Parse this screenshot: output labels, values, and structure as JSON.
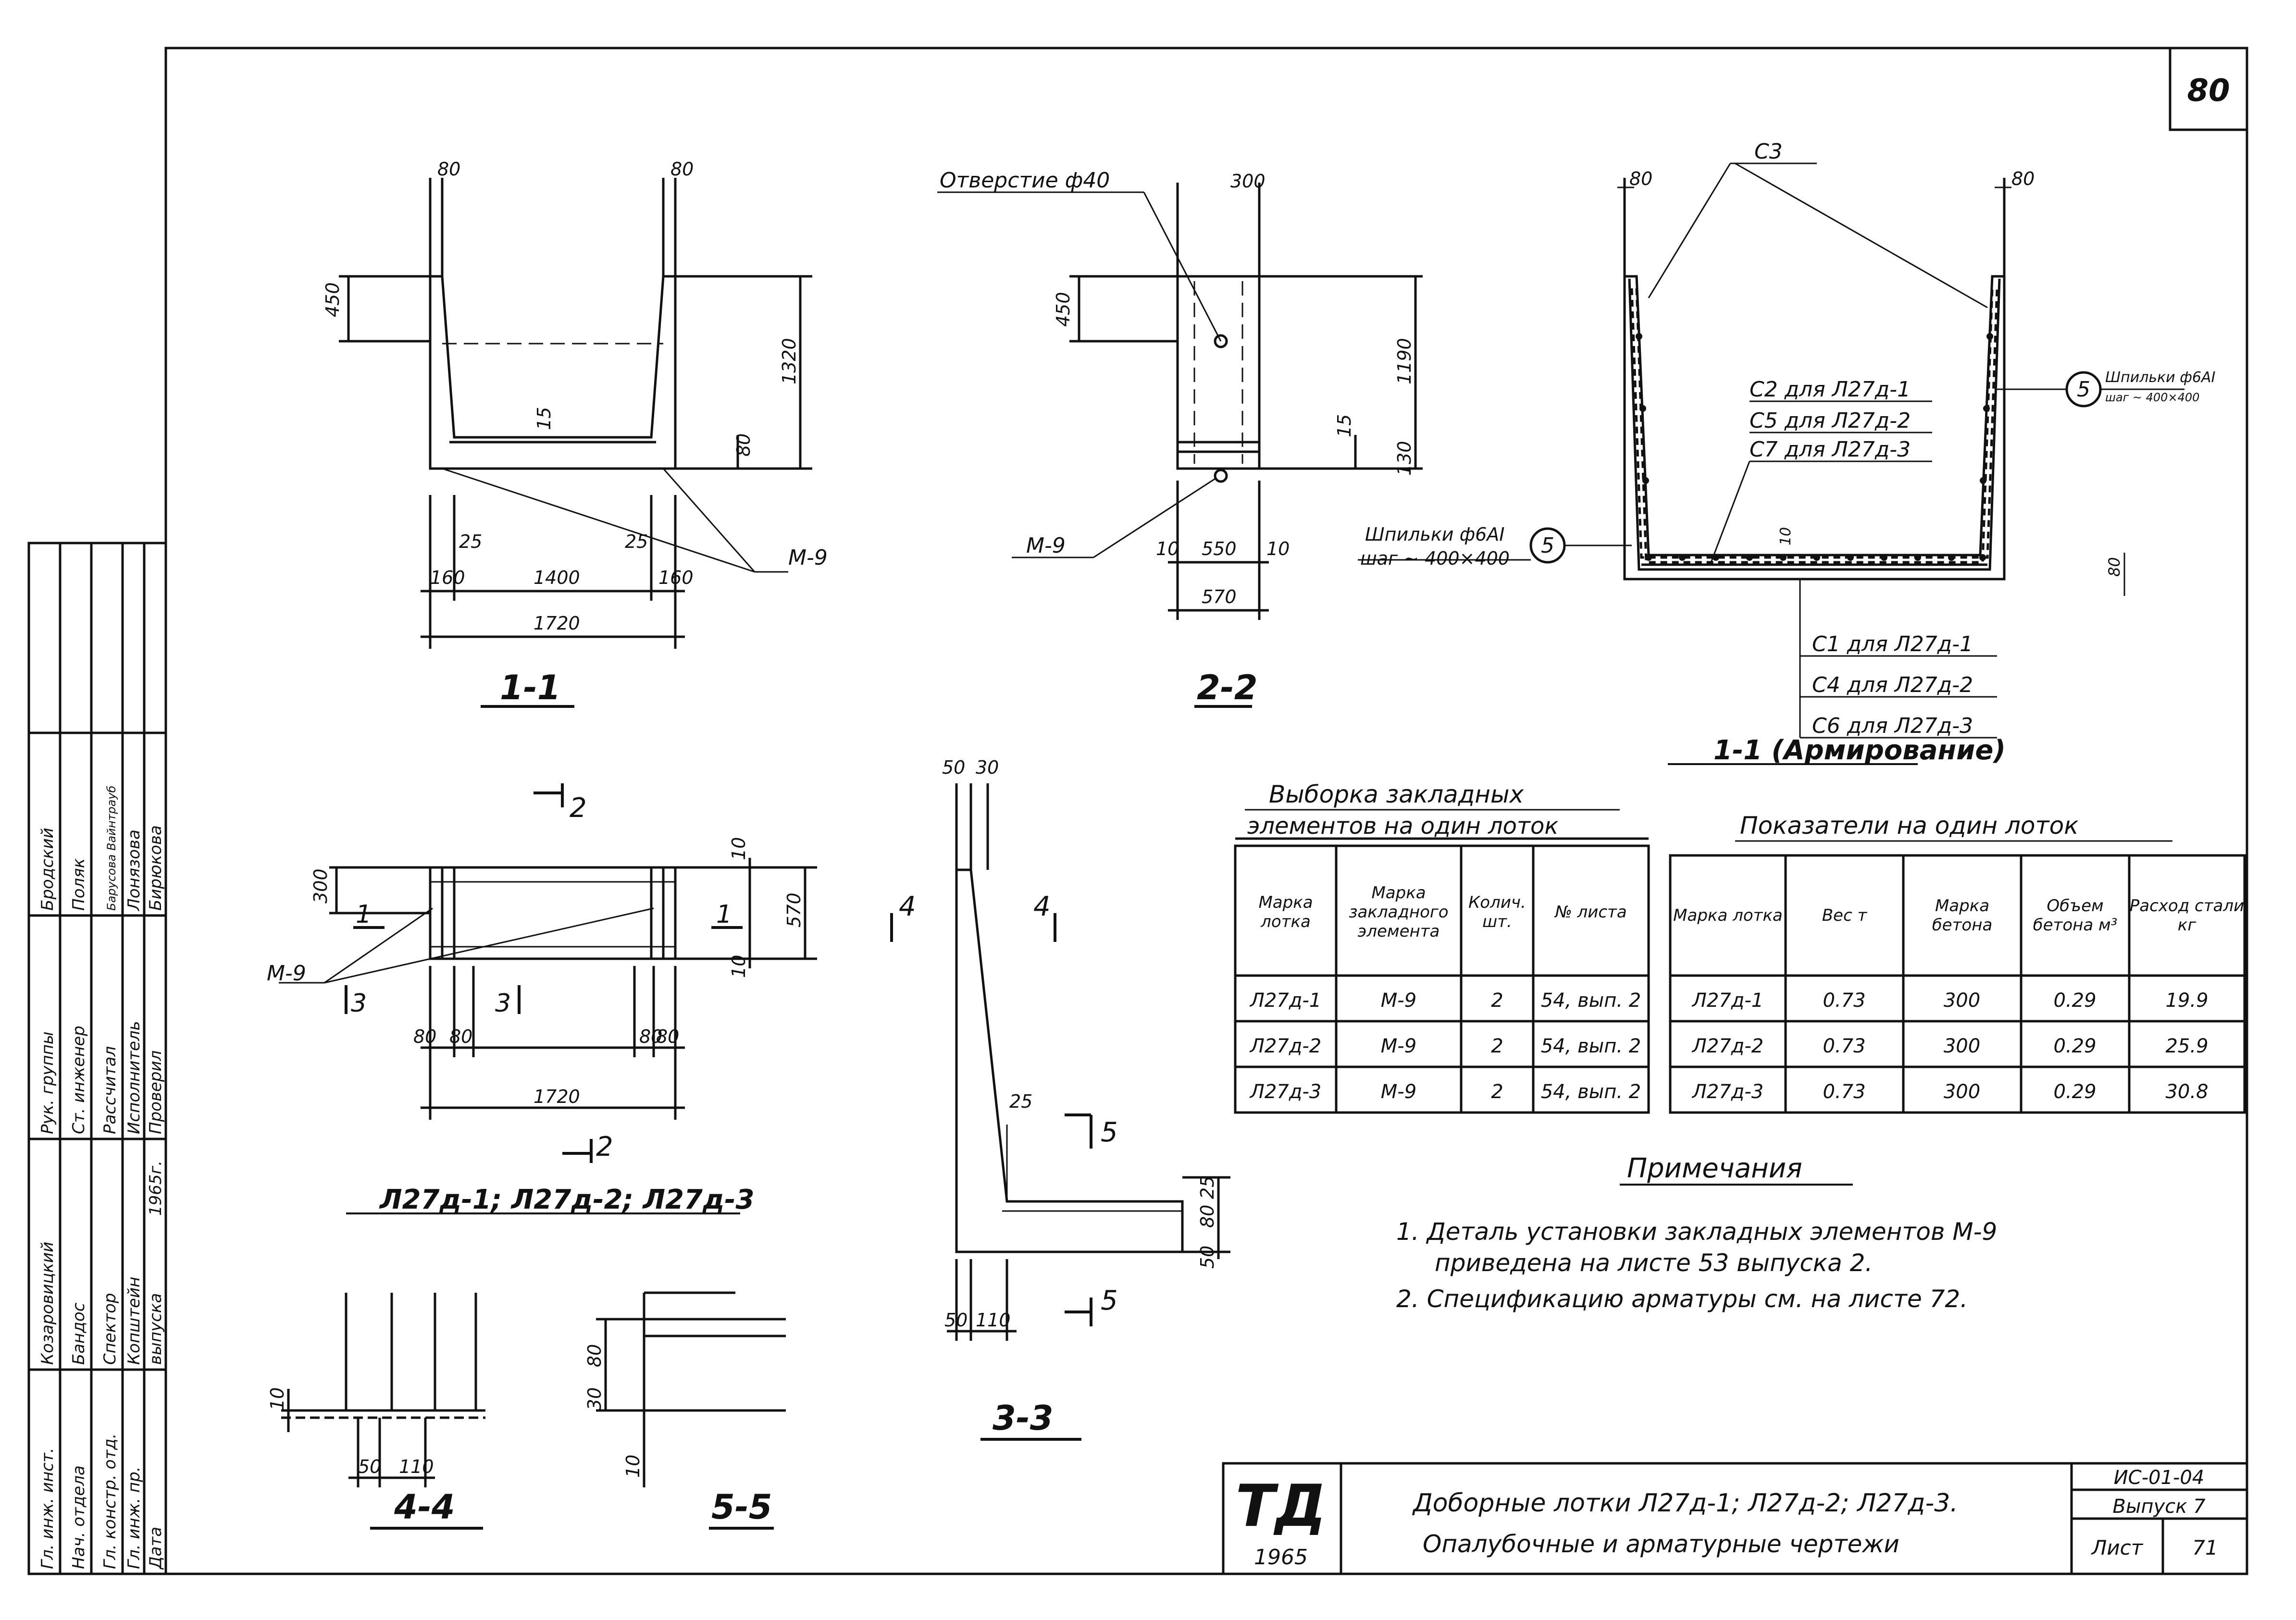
{
  "sheet": {
    "page_number_top": "80",
    "title_block": {
      "logo": "ТД",
      "logo_year": "1965",
      "title_line1": "Доборные лотки Л27д-1; Л27д-2; Л27д-3.",
      "title_line2": "Опалубочные и арматурные чертежи",
      "code": "ИС-01-04",
      "issue": "Выпуск 7",
      "sheet_label": "Лист",
      "sheet_no": "71"
    }
  },
  "side_stamp": {
    "roles": [
      "Гл. инж. инст.",
      "Нач. отдела",
      "Гл. констр. отд.",
      "Гл. инж. пр.",
      "Рук. группы",
      "Ст. инженер",
      "Рассчитал",
      "Исполнитель",
      "Проверил"
    ],
    "names": [
      "Козаровицкий",
      "Бандос",
      "Спектор",
      "Копштейн",
      "Бродский",
      "Поляк",
      "Барусова Вайнтрауб",
      "Лонязова",
      "Бирюкова"
    ],
    "date_label": "Дата",
    "date_value": "1965г.",
    "issue_label": "выпуска"
  },
  "views": {
    "sec_1_1": {
      "title": "1-1",
      "dims": [
        "80",
        "80",
        "450",
        "1320",
        "15",
        "80",
        "25",
        "25",
        "160",
        "1400",
        "160",
        "1720"
      ],
      "label_m9": "М-9"
    },
    "sec_2_2": {
      "title": "2-2",
      "callout_hole": "Отверстие ф40",
      "dims": [
        "300",
        "450",
        "1190",
        "15",
        "130",
        "10",
        "550",
        "10",
        "570"
      ],
      "label_m9": "М-9"
    },
    "sec_1_1_arm": {
      "title": "1-1 (Армирование)",
      "top_label": "С3",
      "dims_top": [
        "80",
        "80"
      ],
      "c_labels": [
        "С2 для Л27д-1",
        "С5 для Л27д-2",
        "С7 для Л27д-3"
      ],
      "b_labels": [
        "С1 для Л27д-1",
        "С4 для Л27д-2",
        "С6 для Л27д-3"
      ],
      "pin_left_1": "Шпильки ф6АI",
      "pin_left_2": "шаг ~ 400×400",
      "pin_right_1": "Шпильки ф6АI",
      "pin_right_2": "шаг ~ 400×400",
      "pin_no": "5",
      "dim_small": "10",
      "dim_side": "80"
    },
    "plan": {
      "title": "Л27д-1; Л27д-2; Л27д-3",
      "cut_2": "2",
      "cut_1": "1",
      "cut_3": "3",
      "dims": [
        "300",
        "10",
        "570",
        "10",
        "80",
        "80",
        "80",
        "80",
        "1720"
      ],
      "label_m9": "М-9"
    },
    "sec_3_3": {
      "title": "3-3",
      "dims_top": [
        "50",
        "30"
      ],
      "cut_4": "4",
      "cut_5": "5",
      "dims": [
        "25",
        "25",
        "80",
        "50",
        "50",
        "110"
      ]
    },
    "sec_4_4": {
      "title": "4-4",
      "dims": [
        "10",
        "50",
        "110"
      ]
    },
    "sec_5_5": {
      "title": "5-5",
      "dims": [
        "30",
        "80",
        "10"
      ]
    }
  },
  "embedded_table": {
    "caption_line1": "Выборка закладных",
    "caption_line2": "элементов на один лоток",
    "headers": [
      "Марка лотка",
      "Марка закладного элемента",
      "Колич. шт.",
      "№ листа"
    ],
    "rows": [
      [
        "Л27д-1",
        "М-9",
        "2",
        "54, вып. 2"
      ],
      [
        "Л27д-2",
        "М-9",
        "2",
        "54, вып. 2"
      ],
      [
        "Л27д-3",
        "М-9",
        "2",
        "54, вып. 2"
      ]
    ]
  },
  "indicators_table": {
    "caption": "Показатели на один лоток",
    "headers": [
      "Марка лотка",
      "Вес т",
      "Марка бетона",
      "Объем бетона м³",
      "Расход стали кг"
    ],
    "rows": [
      [
        "Л27д-1",
        "0.73",
        "300",
        "0.29",
        "19.9"
      ],
      [
        "Л27д-2",
        "0.73",
        "300",
        "0.29",
        "25.9"
      ],
      [
        "Л27д-3",
        "0.73",
        "300",
        "0.29",
        "30.8"
      ]
    ]
  },
  "notes": {
    "heading": "Примечания",
    "lines": [
      "1. Деталь установки закладных элементов М-9",
      "приведена на листе 53 выпуска 2.",
      "2. Спецификацию арматуры см. на листе 72."
    ]
  }
}
